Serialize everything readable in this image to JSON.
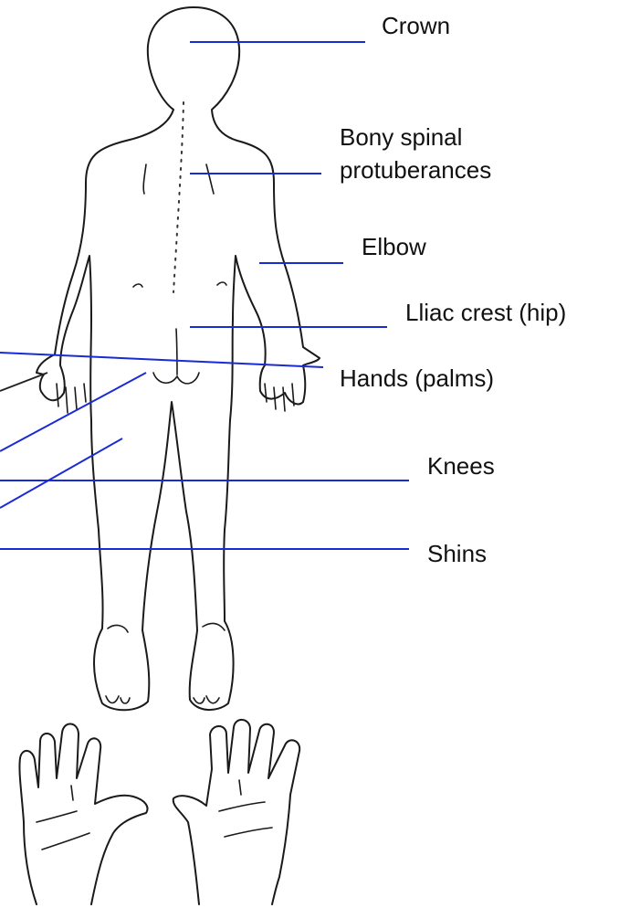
{
  "labels": {
    "crown": "Crown",
    "spinal_line1": "Bony spinal",
    "spinal_line2": "protuberances",
    "elbow": "Elbow",
    "iliac": "Lliac crest (hip)",
    "hands": "Hands (palms)",
    "knees": "Knees",
    "shins": "Shins"
  },
  "colors": {
    "leader_line": "#1a2bd6",
    "outline": "#1a1a1a",
    "text": "#111111"
  }
}
